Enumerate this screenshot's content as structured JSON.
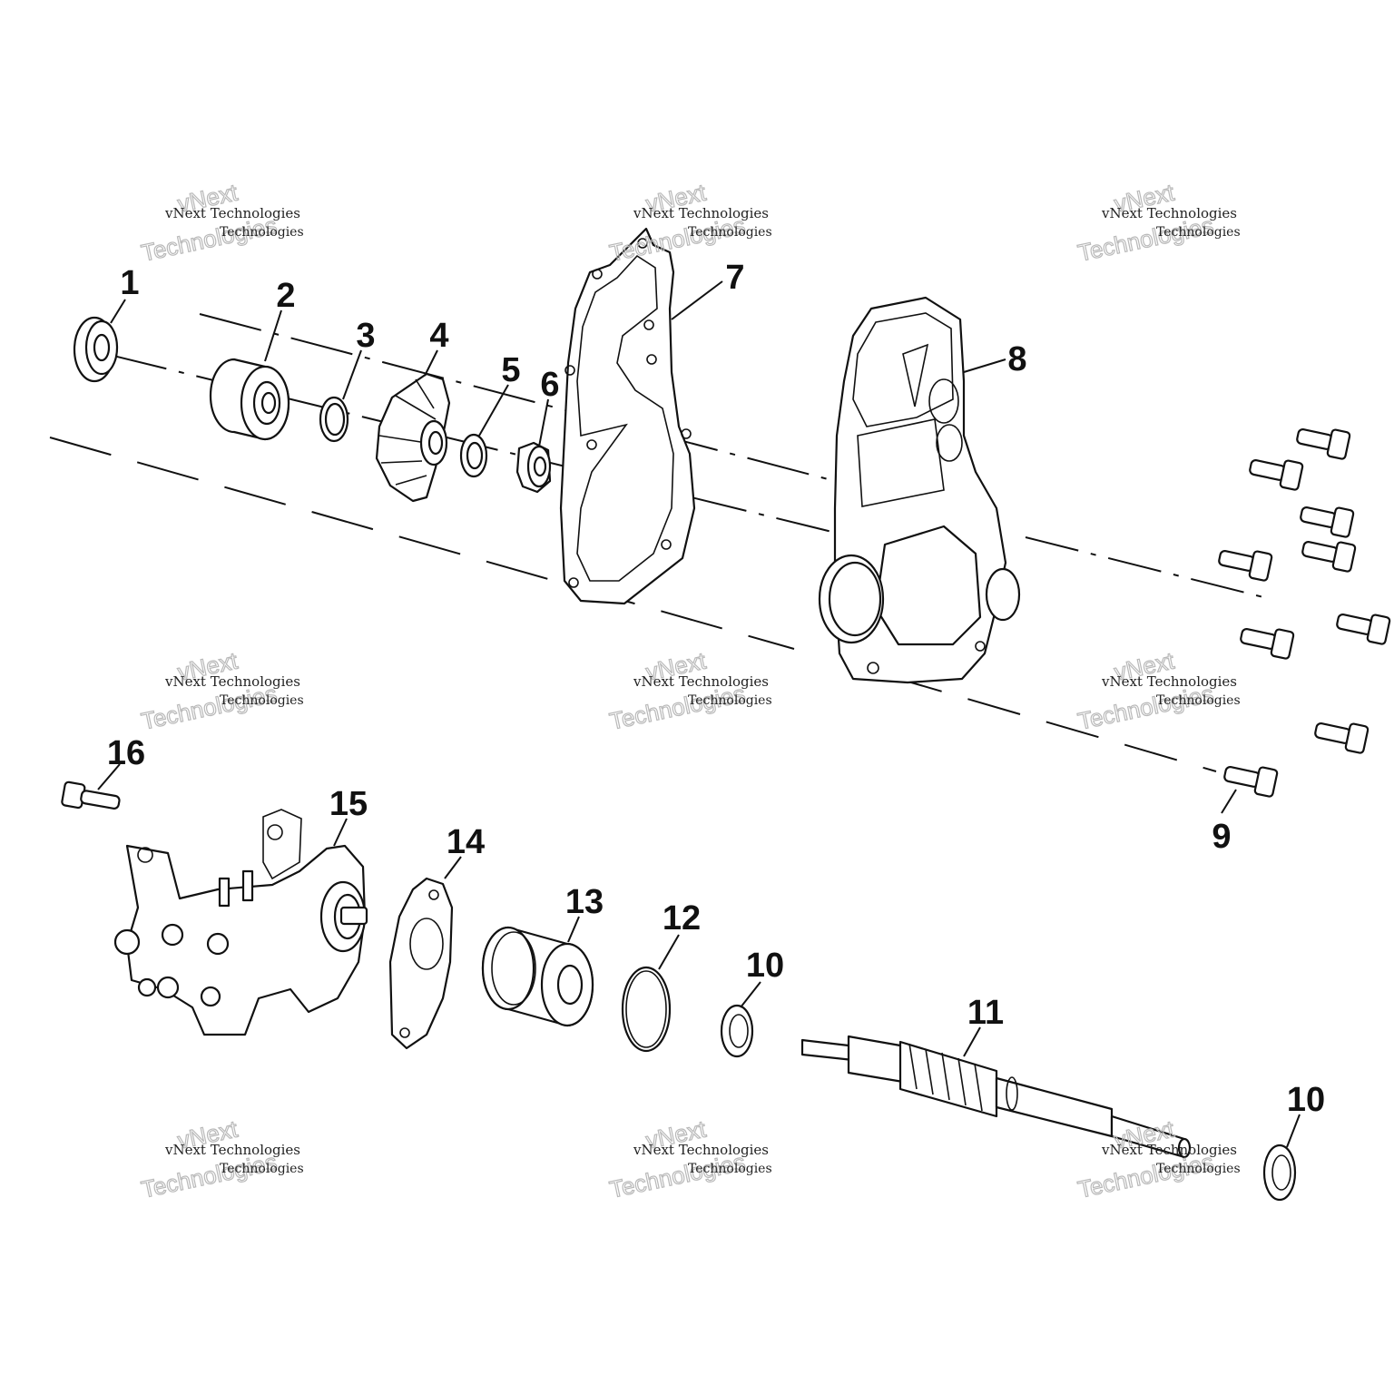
{
  "callouts": {
    "c1": "1",
    "c2": "2",
    "c3": "3",
    "c4": "4",
    "c5": "5",
    "c6": "6",
    "c7": "7",
    "c8": "8",
    "c9": "9",
    "c10a": "10",
    "c10b": "10",
    "c11": "11",
    "c12": "12",
    "c13": "13",
    "c14": "14",
    "c15": "15",
    "c16": "16"
  },
  "watermark": {
    "line1": "vNext Technologies",
    "line2": "vNext",
    "line3": "Technologies"
  }
}
